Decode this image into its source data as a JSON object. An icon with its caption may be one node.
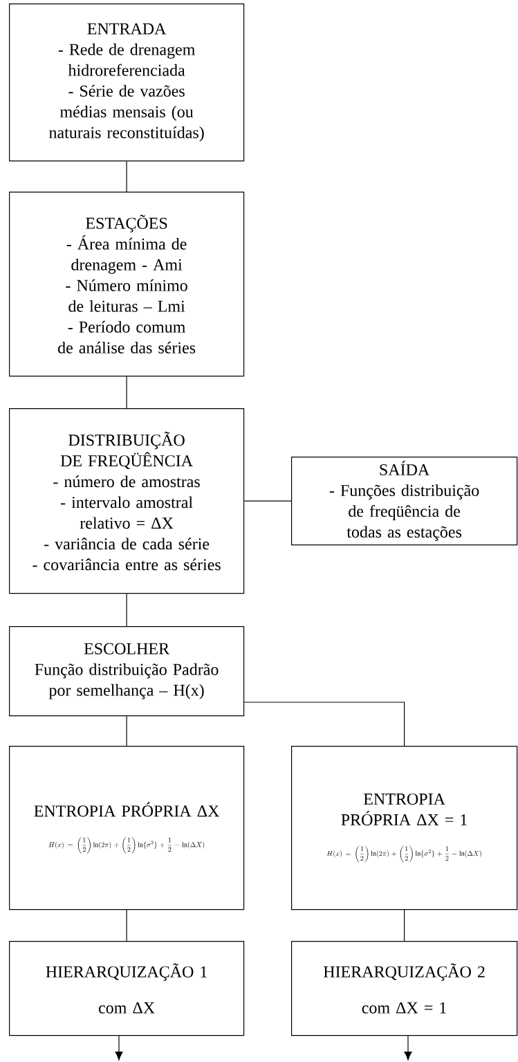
{
  "diagram": {
    "nodes": [
      {
        "text": [
          "ENTRADA",
          "- Rede de drenagem hidroreferenciada",
          "- Série de vazões médias mensais (ou naturais reconstituídas)"
        ]
      },
      {
        "text": [
          "ESTAÇÕES",
          "- Área mínima de drenagem - Ami",
          "- Número mínimo de leituras – Lmi",
          "- Período comum de análise das séries"
        ]
      },
      {
        "text": [
          "DISTRIBUIÇÃO DE FREQÜÊNCIA",
          "- número de amostras",
          "- intervalo amostral relativo = ΔX",
          "- variância de cada série",
          "- covariância entre as séries"
        ]
      },
      {
        "text": [
          "SAÍDA",
          "- Funções distribuição de freqüência de todas as estações"
        ]
      },
      {
        "text": [
          "ESCOLHER",
          "Função distribuição Padrão por semelhança – H(x)"
        ]
      },
      {
        "text": [
          "ENTROPIA PRÓPRIA ΔX",
          "H(x)=\\left(\\frac{1}{2}\\right)\\ln(2\\pi)+\\left(\\frac{1}{2}\\right)\\ln\\{\\sigma^{2}\\}+\\frac{1}{2}-\\ln(\\Delta X)"
        ]
      },
      {
        "text": [
          "ENTROPIA PRÓPRIA ΔX = 1",
          "H(x)=\\left(\\frac{1}{2}\\right)\\ln(2\\pi)+\\left(\\frac{1}{2}\\right)\\ln\\{\\sigma^{2}\\}+\\frac{1}{2}-\\ln(\\Delta X)"
        ]
      },
      {
        "text": [
          "HIERARQUIZAÇÃO 1",
          "com ΔX"
        ]
      },
      {
        "text": [
          "HIERARQUIZAÇÃO 2",
          "com ΔX = 1"
        ]
      }
    ],
    "edges": [
      {
        "from": 0,
        "to": 1,
        "arrow": "none"
      },
      {
        "from": 1,
        "to": 2,
        "arrow": "none"
      },
      {
        "from": 2,
        "to": 3,
        "arrow": "none"
      },
      {
        "from": 2,
        "to": 4,
        "arrow": "none"
      },
      {
        "from": 4,
        "to": 5,
        "arrow": "none"
      },
      {
        "from": 4,
        "to": 6,
        "arrow": "none"
      },
      {
        "from": 5,
        "to": 7,
        "arrow": "none"
      },
      {
        "from": 6,
        "to": 8,
        "arrow": "none"
      },
      {
        "from": 7,
        "to": null,
        "arrow": "to"
      },
      {
        "from": 8,
        "to": null,
        "arrow": "to"
      }
    ]
  }
}
